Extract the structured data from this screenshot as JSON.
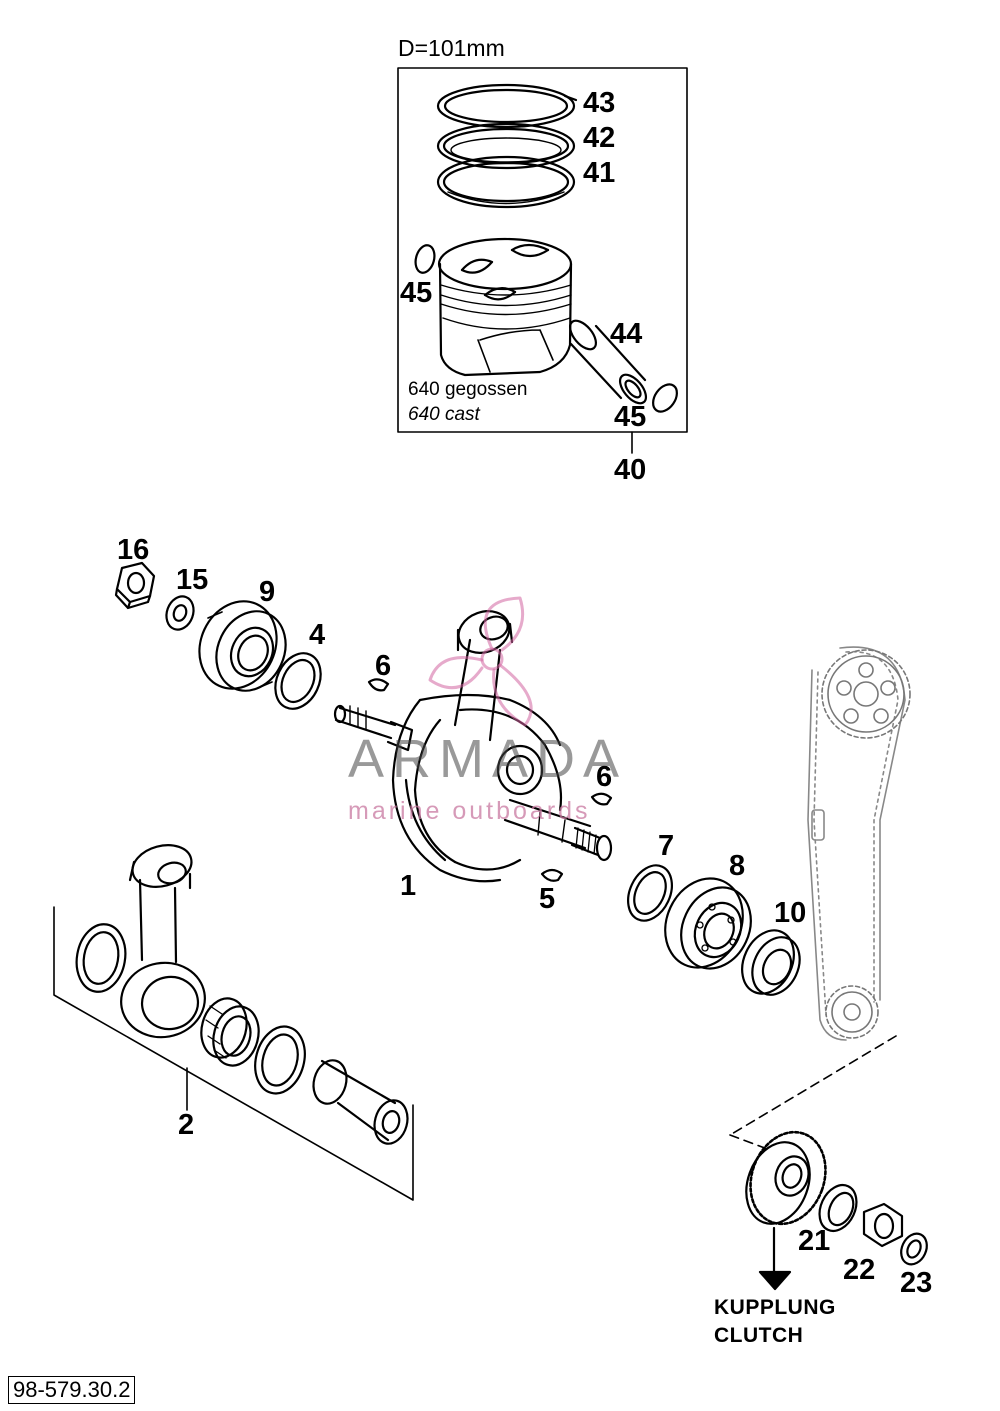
{
  "piston_box": {
    "diameter": "D=101mm",
    "note_german": "640 gegossen",
    "note_english": "640 cast"
  },
  "callouts": {
    "p43": "43",
    "p42": "42",
    "p41": "41",
    "p45a": "45",
    "p44": "44",
    "p45b": "45",
    "p40": "40",
    "p16": "16",
    "p15": "15",
    "p9": "9",
    "p4": "4",
    "p6a": "6",
    "p6b": "6",
    "p1": "1",
    "p5": "5",
    "p7": "7",
    "p8": "8",
    "p10": "10",
    "p2": "2",
    "p21": "21",
    "p22": "22",
    "p23": "23"
  },
  "clutch_arrow": {
    "german": "KUPPLUNG",
    "english": "CLUTCH"
  },
  "watermark": {
    "title": "ARMADA",
    "subtitle": "marine outboards"
  },
  "drawing_number": "98-579.30.2",
  "icons": [
    "piston-ring-icon",
    "piston-icon",
    "piston-pin-icon",
    "circlip-icon",
    "nut-icon",
    "washer-icon",
    "ball-bearing-icon",
    "crankshaft-icon",
    "connecting-rod-icon",
    "woodruff-key-icon",
    "needle-bearing-icon",
    "timing-chain-icon",
    "sprocket-icon",
    "gear-icon",
    "oil-seal-icon"
  ]
}
